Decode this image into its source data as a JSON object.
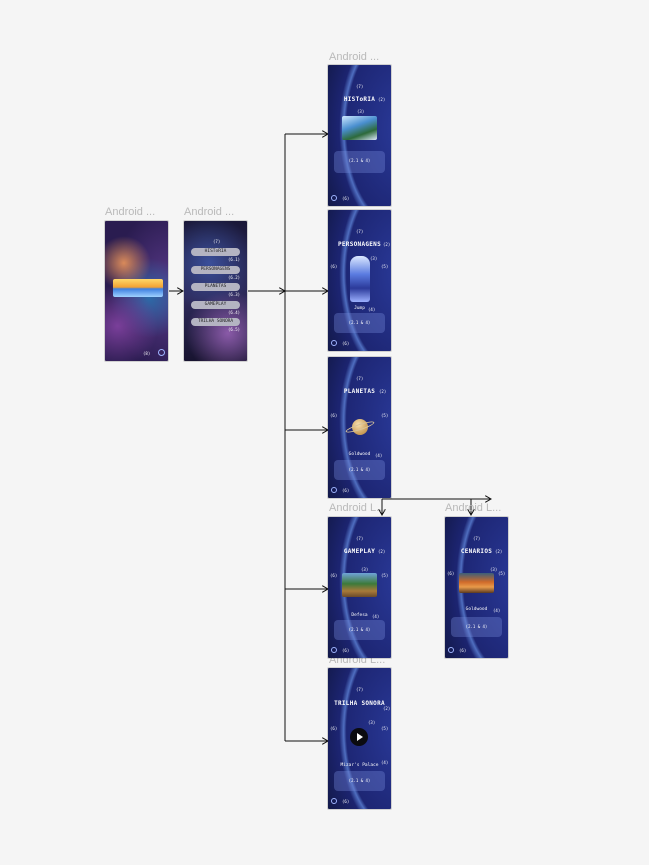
{
  "labels": {
    "android_short": "Android ...",
    "android_l": "Android L..."
  },
  "splash": {
    "version": "(8)"
  },
  "menu": {
    "top": "(7)",
    "buttons": [
      "HISToRIA",
      "PERSONAGENS",
      "PLANETAS",
      "GAMEPLAY",
      "TRILHA SONORA"
    ],
    "badges": [
      "(6.1)",
      "(6.2)",
      "(6.3)",
      "(6.4)",
      "(6.5)"
    ]
  },
  "historia": {
    "top": "(7)",
    "title": "HISToRIA",
    "title_tag": "(2)",
    "img_tag": "(3)",
    "panel": "(2.1 & 4)",
    "back": "(6)"
  },
  "personagens": {
    "top": "(7)",
    "title": "PERSONAGENS",
    "title_tag": "(2)",
    "left": "(6)",
    "right": "(5)",
    "img_tag": "(3)",
    "name": "Jump",
    "name_tag": "(4)",
    "panel": "(2.1 & 4)",
    "back": "(6)"
  },
  "planetas": {
    "top": "(7)",
    "title": "PLANETAS",
    "title_tag": "(2)",
    "left": "(6)",
    "right": "(5)",
    "name": "Goldwood",
    "name_tag": "(4)",
    "panel": "(2.1 & 4)",
    "back": "(6)"
  },
  "gameplay": {
    "top": "(7)",
    "title": "GAMEPLAY",
    "title_tag": "(2)",
    "left": "(6)",
    "right": "(5)",
    "img_tag": "(3)",
    "name": "Defesa",
    "name_tag": "(4)",
    "panel": "(2.1 & 4)",
    "back": "(6)"
  },
  "cenarios": {
    "top": "(7)",
    "title": "CENARIOS",
    "title_tag": "(2)",
    "left": "(6)",
    "right": "(5)",
    "img_tag": "(3)",
    "name": "Goldwood",
    "name_tag": "(4)",
    "panel": "(2.1 & 4)",
    "back": "(6)"
  },
  "trilha": {
    "top": "(7)",
    "title": "TRILHA SONORA",
    "title_tag": "(2)",
    "left": "(6)",
    "right": "(5)",
    "img_tag": "(3)",
    "name": "Mizar's Palace",
    "name_tag": "(4)",
    "panel": "(2.1 & 4)",
    "back": "(6)"
  }
}
